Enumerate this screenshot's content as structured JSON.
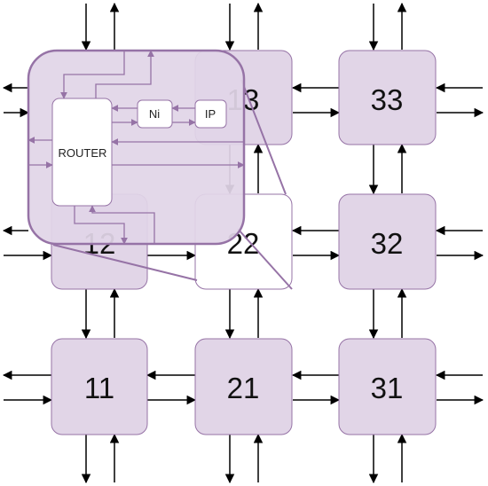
{
  "nodes": [
    {
      "id": "11",
      "label": "11"
    },
    {
      "id": "21",
      "label": "21"
    },
    {
      "id": "31",
      "label": "31"
    },
    {
      "id": "12",
      "label": "12"
    },
    {
      "id": "22",
      "label": "22"
    },
    {
      "id": "32",
      "label": "32"
    },
    {
      "id": "13",
      "label": "13"
    },
    {
      "id": "33",
      "label": "33"
    }
  ],
  "zoom": {
    "router_label": "ROUTER",
    "ni_label": "Ni",
    "ip_label": "IP"
  },
  "colors": {
    "node_fill": "#e1d5e7",
    "node_stroke": "#9673a6",
    "zoom_stroke": "#9673a6",
    "arrow": "#000000",
    "inner_arrow": "#9673a6"
  }
}
